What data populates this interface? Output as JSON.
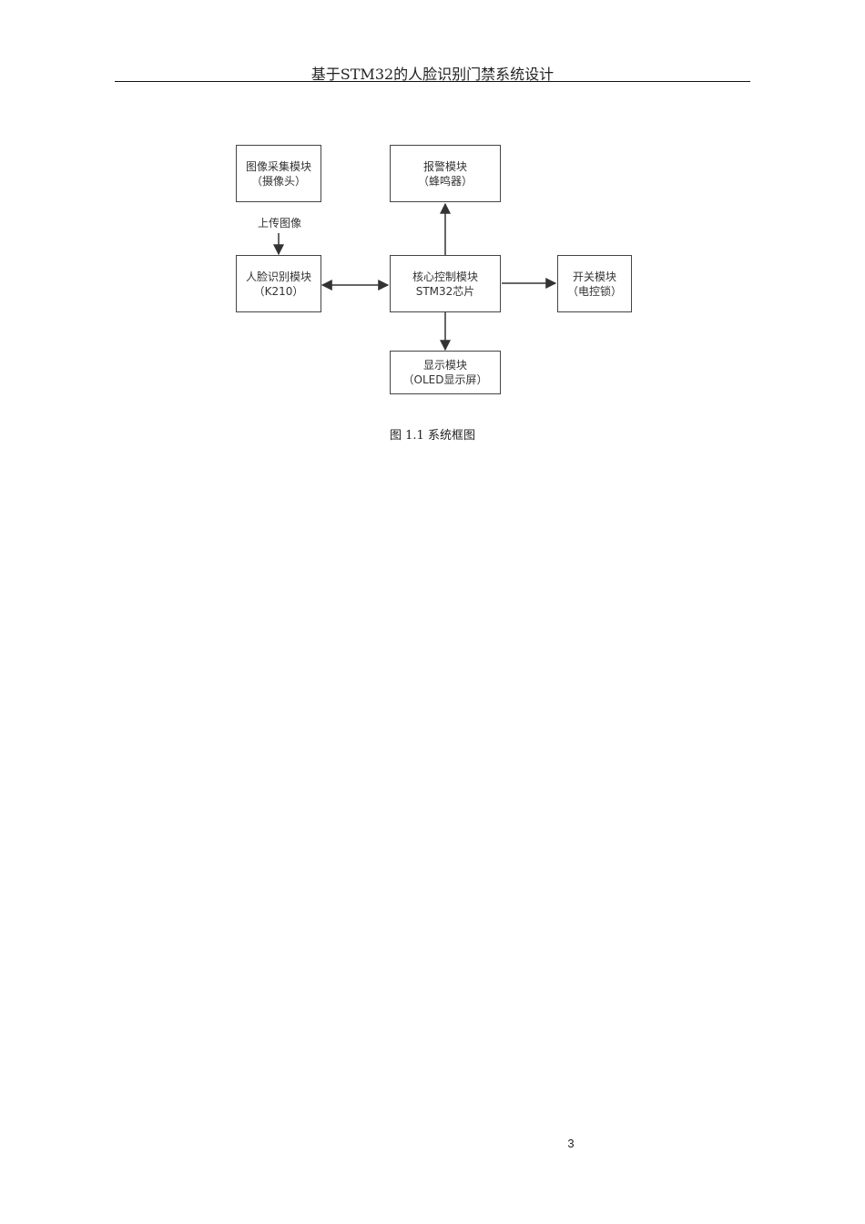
{
  "header": {
    "title": "基于STM32的人脸识别门禁系统设计"
  },
  "diagram": {
    "nodes": {
      "camera": {
        "line1": "图像采集模块",
        "line2": "（摄像头）"
      },
      "alarm": {
        "line1": "报警模块",
        "line2": "（蜂鸣器）"
      },
      "face": {
        "line1": "人脸识别模块",
        "line2": "（K210）"
      },
      "core": {
        "line1": "核心控制模块",
        "line2": "STM32芯片"
      },
      "switch": {
        "line1": "开关模块",
        "line2": "（电控锁）"
      },
      "display": {
        "line1": "显示模块",
        "line2": "（OLED显示屏）"
      }
    },
    "edges": {
      "camera_to_face": "上传图像"
    },
    "caption": "图 1.1 系统框图"
  },
  "footer": {
    "page_number": "3"
  }
}
